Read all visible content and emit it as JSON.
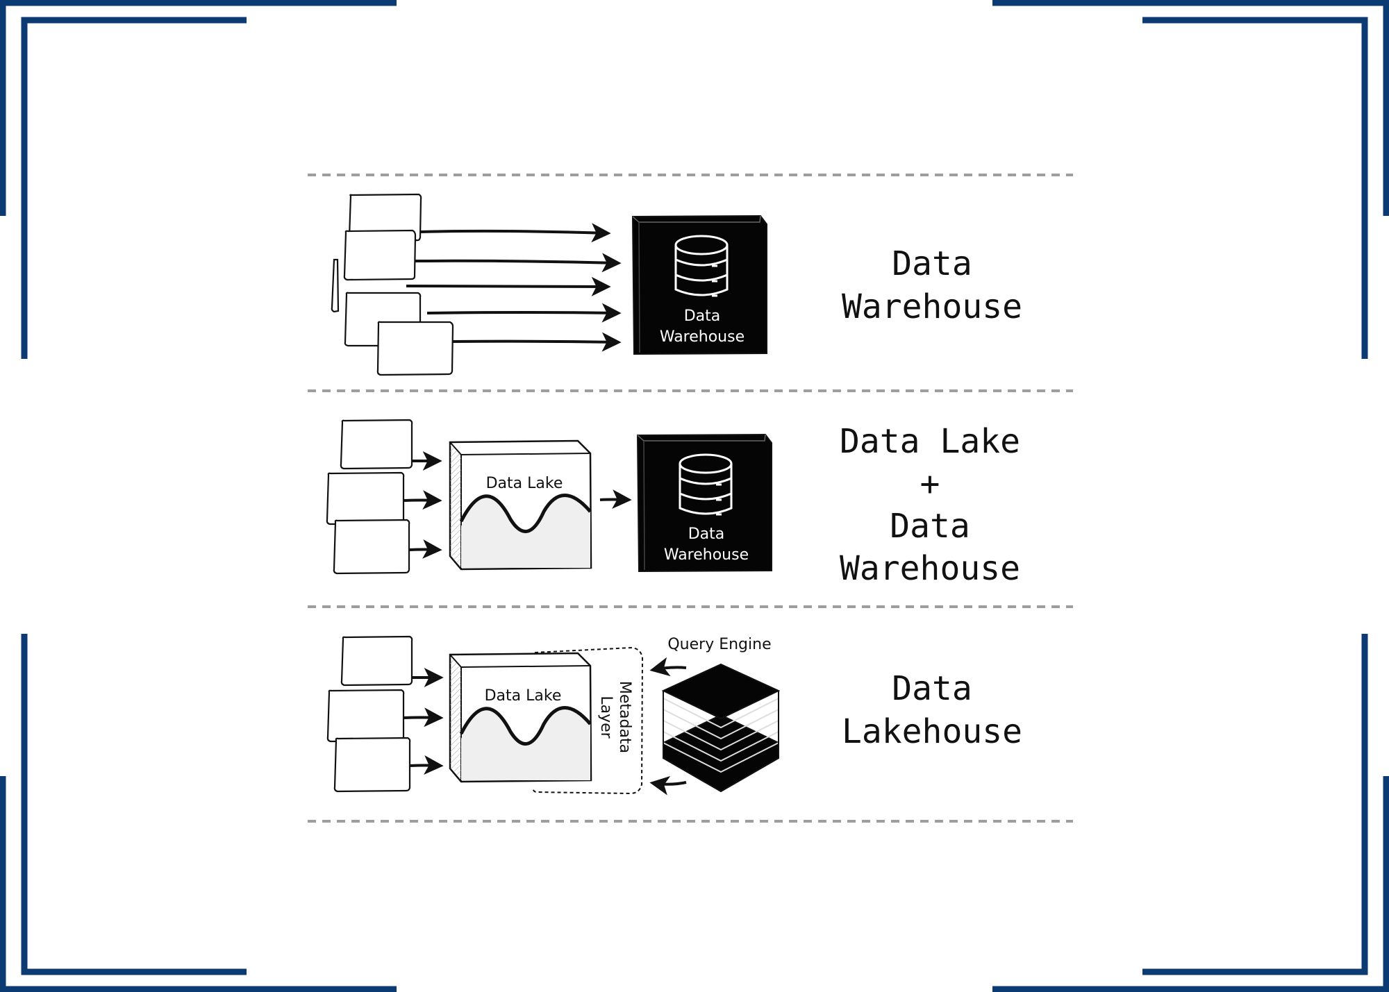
{
  "colors": {
    "frame": "#0c3a73",
    "ink": "#111111",
    "separator": "#9e9e9e",
    "box_fill_white": "#ffffff",
    "lake_water": "#efefef",
    "paper": "#ffffff"
  },
  "rows": [
    {
      "id": "warehouse",
      "label_lines": [
        "Data",
        "Warehouse"
      ],
      "icon": "database-icon",
      "block_label_lines": [
        "Data",
        "Warehouse"
      ]
    },
    {
      "id": "lake-plus-warehouse",
      "label_lines": [
        "Data Lake",
        "+",
        "Data",
        "Warehouse"
      ],
      "lake_label": "Data Lake",
      "icon": "database-icon",
      "block_label_lines": [
        "Data",
        "Warehouse"
      ]
    },
    {
      "id": "lakehouse",
      "label_lines": [
        "Data",
        "Lakehouse"
      ],
      "lake_label": "Data Lake",
      "metadata_label_lines": [
        "Metadata",
        "Layer"
      ],
      "query_engine_label": "Query Engine",
      "icon": "stacked-layers-icon"
    }
  ]
}
